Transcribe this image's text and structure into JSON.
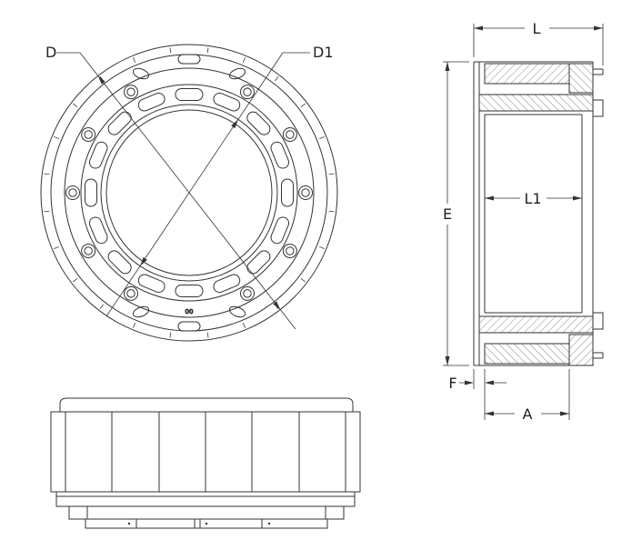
{
  "drawing": {
    "line_color": "#333333",
    "front_view": {
      "outer_diameter_label": "D",
      "bore_diameter_label": "D1",
      "part_mark": "00"
    },
    "side_view": {
      "overall_length_label": "L",
      "outer_diameter_label": "E",
      "core_length_label": "L1",
      "flange_thickness_label": "F",
      "bore_diameter_label": "A"
    }
  }
}
